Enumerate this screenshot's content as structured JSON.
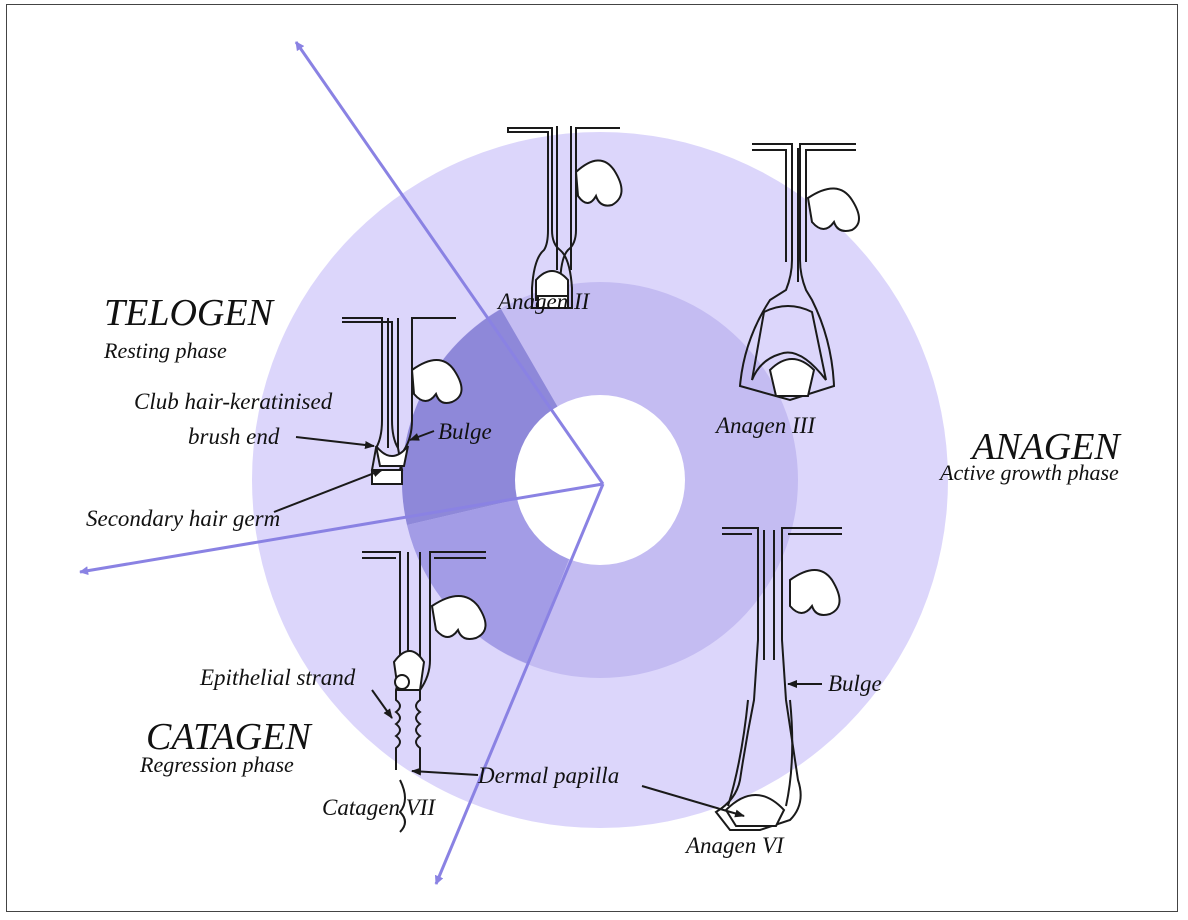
{
  "phases": {
    "telogen": {
      "name": "TELOGEN",
      "desc": "Resting phase"
    },
    "anagen": {
      "name": "ANAGEN",
      "desc": "Active growth phase"
    },
    "catagen": {
      "name": "CATAGEN",
      "desc": "Regression phase"
    }
  },
  "stages": {
    "anagen_ii": "Anagen II",
    "anagen_iii": "Anagen III",
    "anagen_vi": "Anagen VI",
    "catagen_vii": "Catagen VII"
  },
  "annotations": {
    "club_hair_line1": "Club hair-keratinised",
    "club_hair_line2": "brush end",
    "bulge_telogen": "Bulge",
    "secondary_germ": "Secondary hair germ",
    "epithelial_strand": "Epithelial strand",
    "dermal_papilla": "Dermal papilla",
    "bulge_anagen": "Bulge"
  },
  "colors": {
    "outer_ring": "#dcd6fb",
    "inner_ring": "#c4bcf2",
    "telogen_sector": "#8e88d9",
    "catagen_sector": "#a39ce6",
    "arrow": "#8a82e3",
    "ink": "#1a1a1a"
  }
}
